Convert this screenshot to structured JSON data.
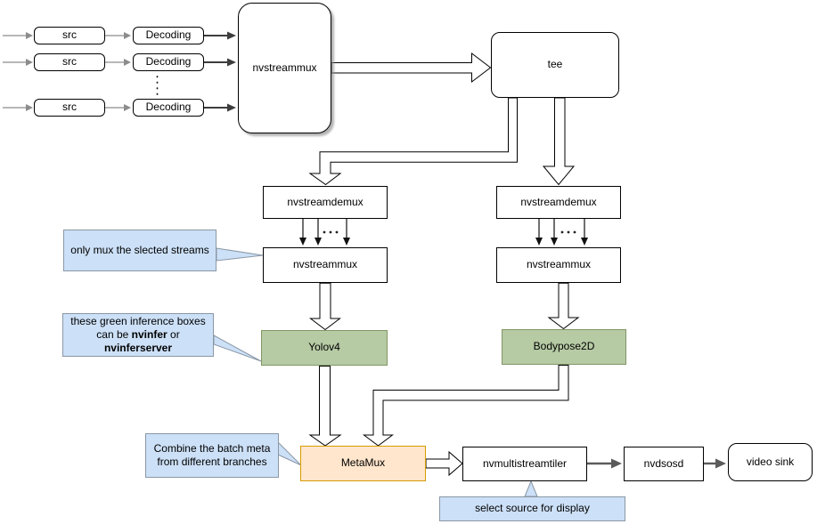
{
  "nodes": {
    "src": "src",
    "decoding": "Decoding",
    "nvstreammux_main": "nvstreammux",
    "tee": "tee",
    "nvstreamdemux": "nvstreamdemux",
    "nvstreammux_branch": "nvstreammux",
    "yolov4": "Yolov4",
    "bodypose2d": "Bodypose2D",
    "metamux": "MetaMux",
    "nvmultistreamtiler": "nvmultistreamtiler",
    "nvdsosd": "nvdsosd",
    "video_sink": "video sink"
  },
  "callouts": {
    "mux_note": "only mux the slected streams",
    "inference_note": {
      "line1": "these green inference boxes",
      "line2_pre": "can be ",
      "line2_bold": "nvinfer",
      "line2_post": " or",
      "line3_bold": "nvinferserver"
    },
    "metamux_note": {
      "line1": "Combine the batch meta",
      "line2": "from different branches"
    },
    "tiler_note": "select source for display"
  },
  "colors": {
    "inference_box_fill": "#b6caa4",
    "inference_box_border": "#829664",
    "metamux_fill": "#ffe6cc",
    "metamux_border": "#d79b00",
    "callout_fill": "#cce0f7",
    "callout_border": "#8a97a5",
    "plain_box_border": "#000000",
    "thin_arrow": "#8c8c8c",
    "bold_arrow": "#3d3d3d",
    "thick_arrow": "#5b5b5b"
  }
}
